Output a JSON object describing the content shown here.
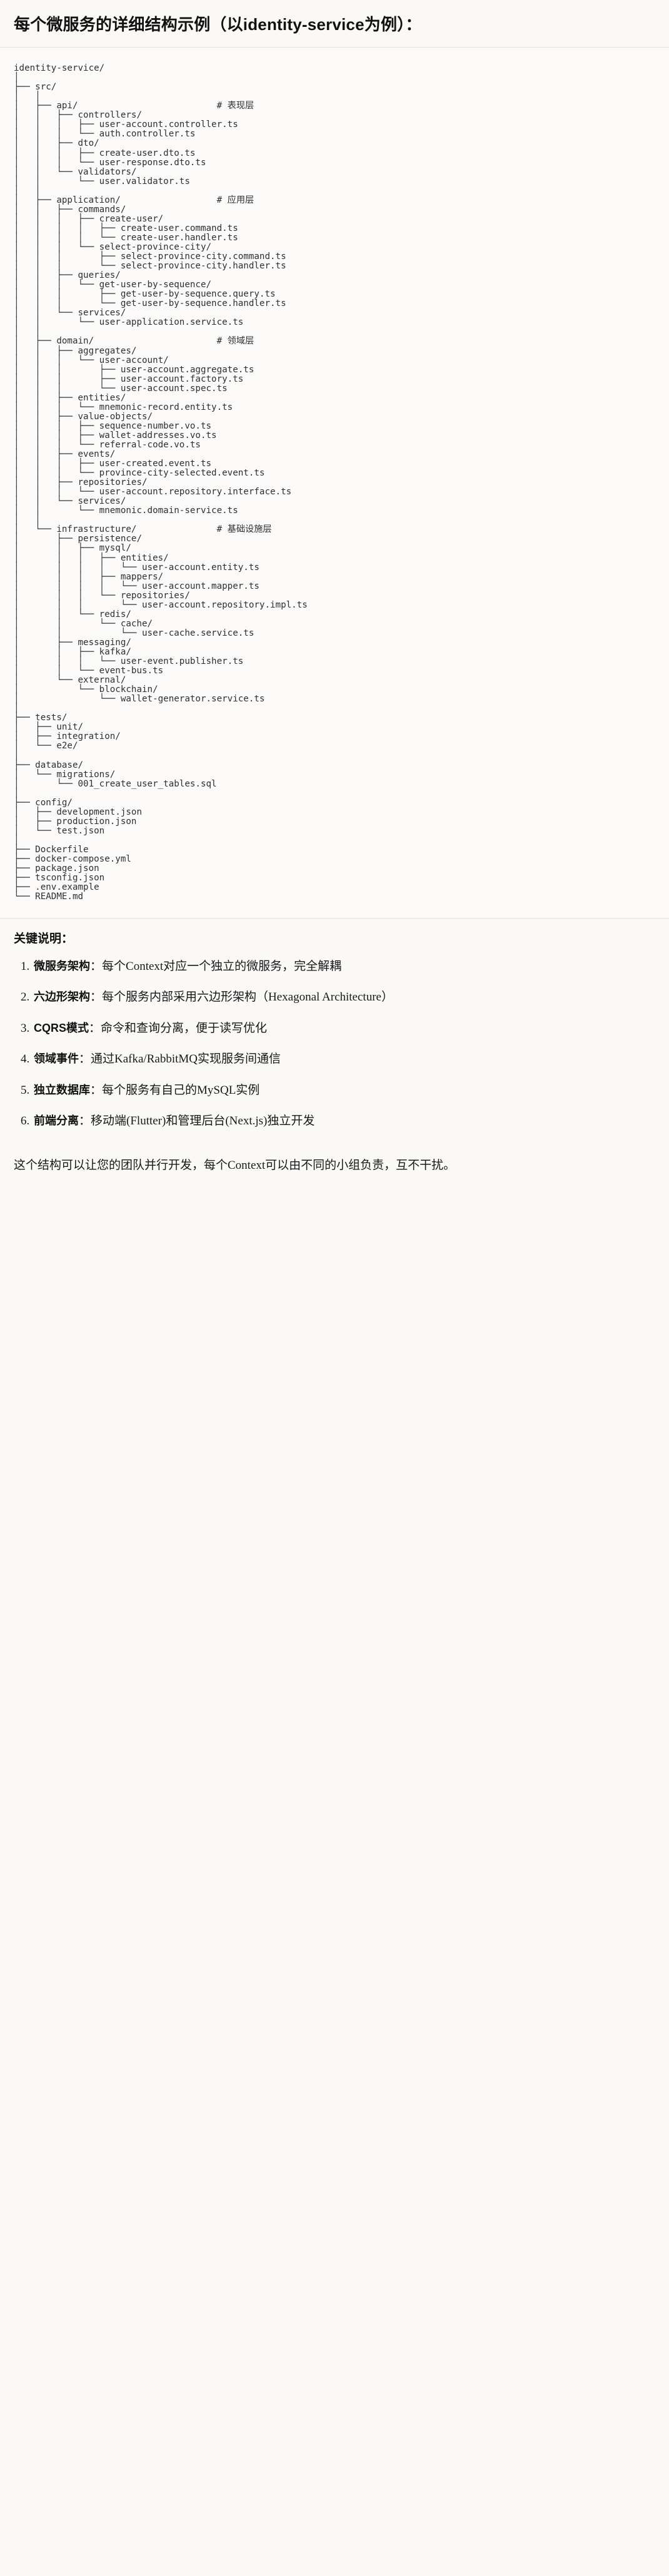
{
  "heading": "每个微服务的详细结构示例（以identity-service为例）：",
  "tree": {
    "root": "identity-service/",
    "lines": [
      "identity-service/",
      "│",
      "├── src/",
      "│   │",
      "│   ├── api/                          # 表现层",
      "│   │   ├── controllers/",
      "│   │   │   ├── user-account.controller.ts",
      "│   │   │   └── auth.controller.ts",
      "│   │   ├── dto/",
      "│   │   │   ├── create-user.dto.ts",
      "│   │   │   └── user-response.dto.ts",
      "│   │   └── validators/",
      "│   │       └── user.validator.ts",
      "│   │",
      "│   ├── application/                  # 应用层",
      "│   │   ├── commands/",
      "│   │   │   ├── create-user/",
      "│   │   │   │   ├── create-user.command.ts",
      "│   │   │   │   └── create-user.handler.ts",
      "│   │   │   └── select-province-city/",
      "│   │   │       ├── select-province-city.command.ts",
      "│   │   │       └── select-province-city.handler.ts",
      "│   │   ├── queries/",
      "│   │   │   └── get-user-by-sequence/",
      "│   │   │       ├── get-user-by-sequence.query.ts",
      "│   │   │       └── get-user-by-sequence.handler.ts",
      "│   │   └── services/",
      "│   │       └── user-application.service.ts",
      "│   │",
      "│   ├── domain/                       # 领域层",
      "│   │   ├── aggregates/",
      "│   │   │   └── user-account/",
      "│   │   │       ├── user-account.aggregate.ts",
      "│   │   │       ├── user-account.factory.ts",
      "│   │   │       └── user-account.spec.ts",
      "│   │   ├── entities/",
      "│   │   │   └── mnemonic-record.entity.ts",
      "│   │   ├── value-objects/",
      "│   │   │   ├── sequence-number.vo.ts",
      "│   │   │   ├── wallet-addresses.vo.ts",
      "│   │   │   └── referral-code.vo.ts",
      "│   │   ├── events/",
      "│   │   │   ├── user-created.event.ts",
      "│   │   │   └── province-city-selected.event.ts",
      "│   │   ├── repositories/",
      "│   │   │   └── user-account.repository.interface.ts",
      "│   │   └── services/",
      "│   │       └── mnemonic.domain-service.ts",
      "│   │",
      "│   └── infrastructure/               # 基础设施层",
      "│       ├── persistence/",
      "│       │   ├── mysql/",
      "│       │   │   ├── entities/",
      "│       │   │   │   └── user-account.entity.ts",
      "│       │   │   ├── mappers/",
      "│       │   │   │   └── user-account.mapper.ts",
      "│       │   │   └── repositories/",
      "│       │   │       └── user-account.repository.impl.ts",
      "│       │   └── redis/",
      "│       │       └── cache/",
      "│       │           └── user-cache.service.ts",
      "│       ├── messaging/",
      "│       │   ├── kafka/",
      "│       │   │   └── user-event.publisher.ts",
      "│       │   └── event-bus.ts",
      "│       └── external/",
      "│           └── blockchain/",
      "│               └── wallet-generator.service.ts",
      "│",
      "├── tests/",
      "│   ├── unit/",
      "│   ├── integration/",
      "│   └── e2e/",
      "│",
      "├── database/",
      "│   └── migrations/",
      "│       └── 001_create_user_tables.sql",
      "│",
      "├── config/",
      "│   ├── development.json",
      "│   ├── production.json",
      "│   └── test.json",
      "│",
      "├── Dockerfile",
      "├── docker-compose.yml",
      "├── package.json",
      "├── tsconfig.json",
      "├── .env.example",
      "└── README.md"
    ]
  },
  "notes": {
    "title": "关键说明：",
    "items": [
      {
        "term": "微服务架构",
        "sep": "：",
        "body": "每个Context对应一个独立的微服务，完全解耦"
      },
      {
        "term": "六边形架构",
        "sep": "：",
        "body": "每个服务内部采用六边形架构（Hexagonal Architecture）"
      },
      {
        "term": "CQRS模式",
        "sep": "：",
        "body": "命令和查询分离，便于读写优化"
      },
      {
        "term": "领域事件",
        "sep": "：",
        "body": "通过Kafka/RabbitMQ实现服务间通信"
      },
      {
        "term": "独立数据库",
        "sep": "：",
        "body": "每个服务有自己的MySQL实例"
      },
      {
        "term": "前端分离",
        "sep": "：",
        "body": "移动端(Flutter)和管理后台(Next.js)独立开发"
      }
    ]
  },
  "closing": "这个结构可以让您的团队并行开发，每个Context可以由不同的小组负责，互不干扰。"
}
